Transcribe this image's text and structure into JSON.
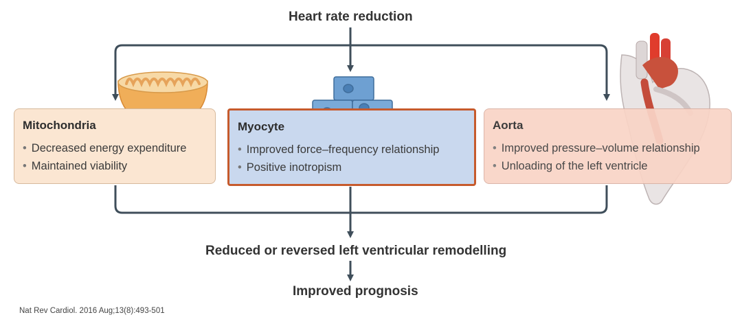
{
  "top_label": "Heart rate reduction",
  "boxes": {
    "mitochondria": {
      "title": "Mitochondria",
      "items": [
        "Decreased energy expenditure",
        "Maintained viability"
      ],
      "fill": "#fbe6d2",
      "border": "#d6b99c"
    },
    "myocyte": {
      "title": "Myocyte",
      "items": [
        "Improved force–frequency relationship",
        "Positive inotropism"
      ],
      "fill": "#c9d8ee",
      "border": "#c65a2c"
    },
    "aorta": {
      "title": "Aorta",
      "items": [
        "Improved pressure–volume relationship",
        "Unloading of the left ventricle"
      ],
      "fill": "#f9d4c6",
      "border": "#d9b0a3"
    }
  },
  "middle_label": "Reduced or reversed left ventricular remodelling",
  "bottom_label": "Improved prognosis",
  "citation": "Nat Rev Cardiol. 2016 Aug;13(8):493-501",
  "colors": {
    "connector": "#3f4e5a",
    "highlight": "#c65a2c"
  }
}
